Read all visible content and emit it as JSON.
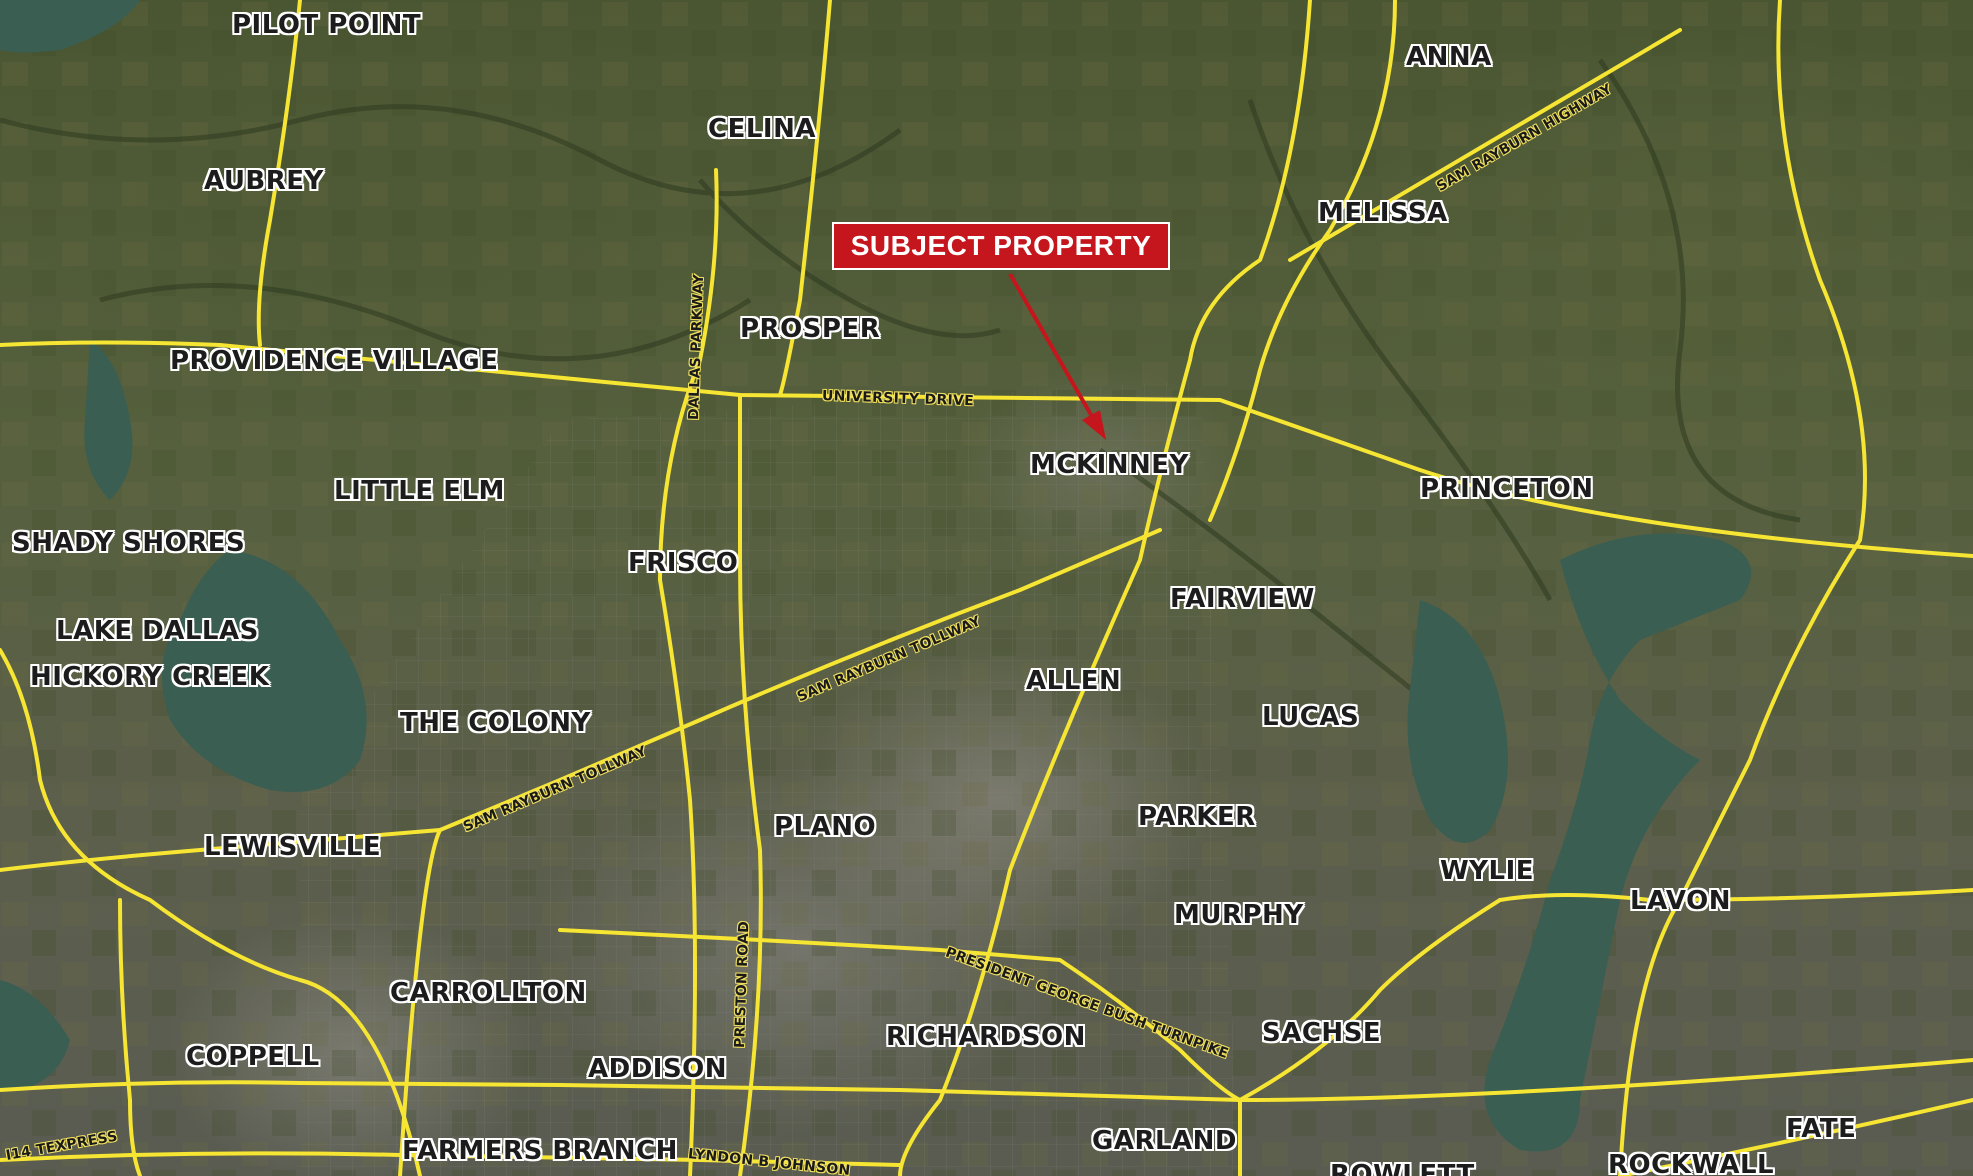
{
  "colors": {
    "road": "#f6e532",
    "callout_bg": "#c4161c",
    "callout_text": "#ffffff",
    "label_text": "#1c1c1c",
    "label_halo": "#ffffff",
    "water": "#3a5e52"
  },
  "callout": {
    "label": "SUBJECT PROPERTY",
    "icon": "arrow-pointer-icon"
  },
  "cities": [
    "PILOT POINT",
    "ANNA",
    "CELINA",
    "AUBREY",
    "MELISSA",
    "PROSPER",
    "PROVIDENCE VILLAGE",
    "MCKINNEY",
    "PRINCETON",
    "LITTLE ELM",
    "SHADY SHORES",
    "FRISCO",
    "FAIRVIEW",
    "LAKE DALLAS",
    "HICKORY CREEK",
    "ALLEN",
    "LUCAS",
    "THE COLONY",
    "PLANO",
    "PARKER",
    "LEWISVILLE",
    "WYLIE",
    "LAVON",
    "MURPHY",
    "CARROLLTON",
    "SACHSE",
    "RICHARDSON",
    "COPPELL",
    "ADDISON",
    "FATE",
    "GARLAND",
    "FARMERS BRANCH",
    "ROCKWALL",
    "ROWLETT"
  ],
  "roads": [
    "SAM RAYBURN HIGHWAY",
    "DALLAS PARKWAY",
    "UNIVERSITY DRIVE",
    "SAM RAYBURN TOLLWAY",
    "SAM RAYBURN TOLLWAY",
    "PRESTON ROAD",
    "PRESIDENT GEORGE BUSH TURNPIKE",
    "LYNDON B JOHNSON",
    "I14 TEXPRESS"
  ]
}
